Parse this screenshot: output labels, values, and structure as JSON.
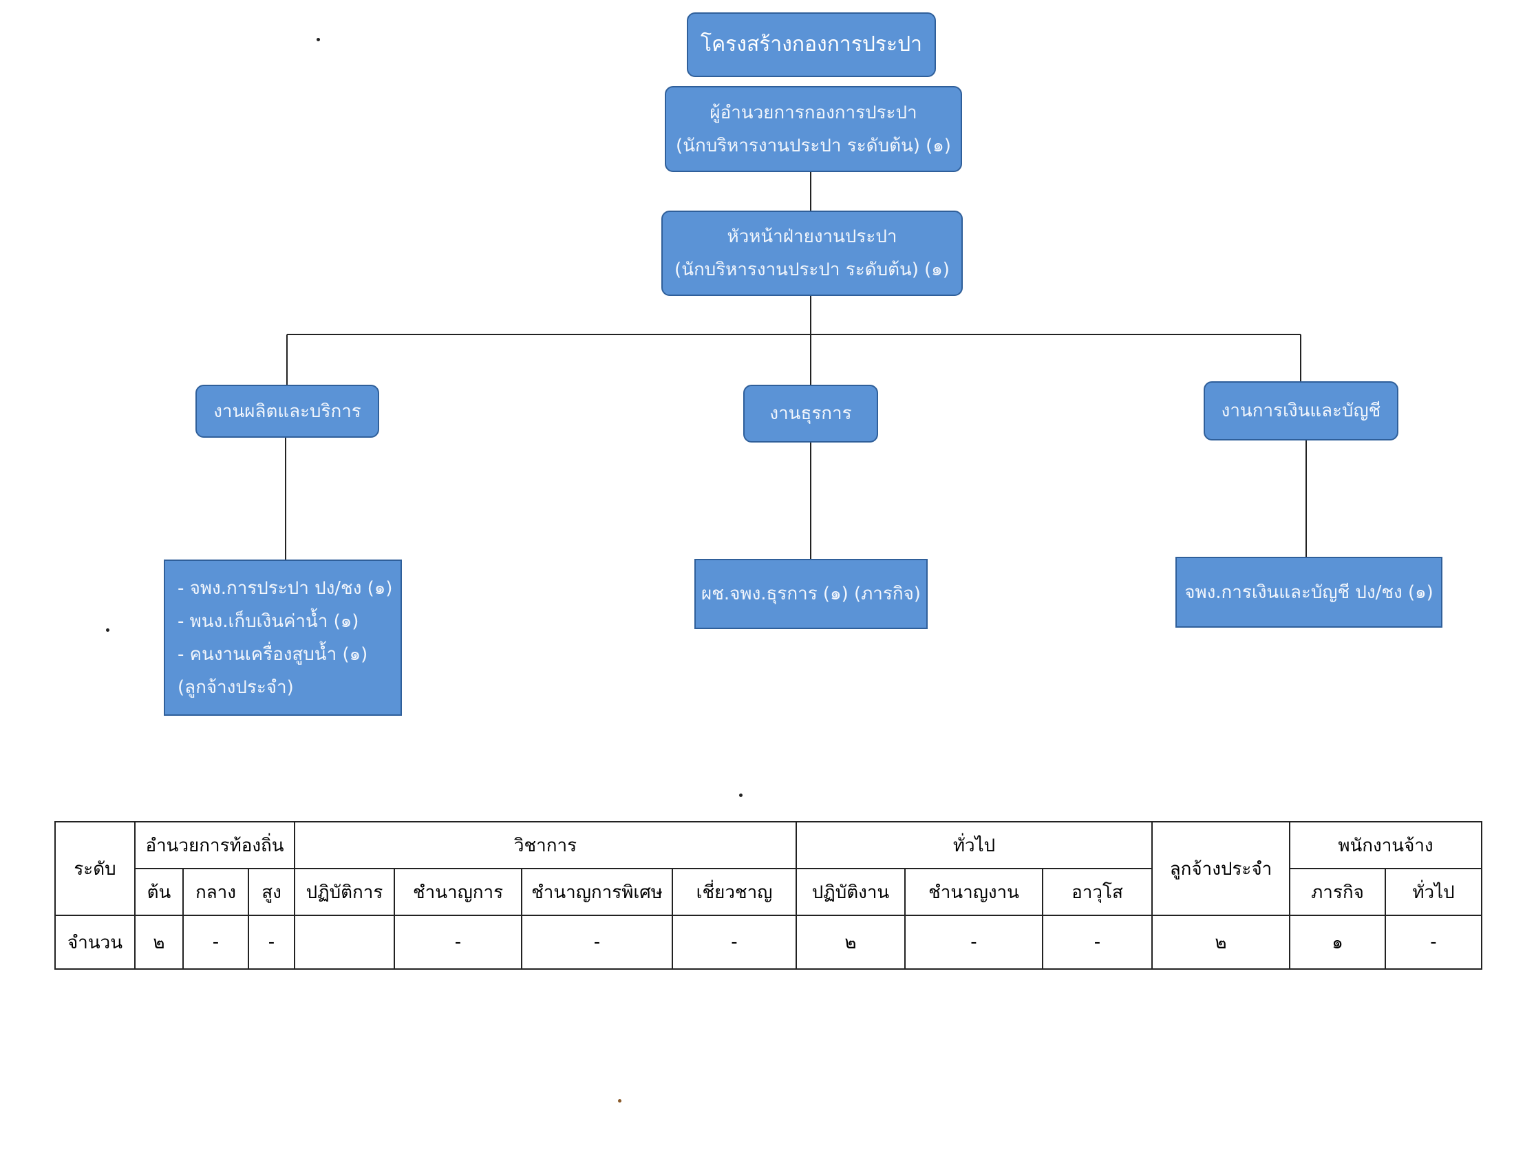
{
  "org_chart": {
    "title": "โครงสร้างกองการประปา",
    "director": {
      "line1": "ผู้อำนวยการกองการประปา",
      "line2": "(นักบริหารงานประปา ระดับต้น) (๑)"
    },
    "head": {
      "line1": "หัวหน้าฝ่ายงานประปา",
      "line2": "(นักบริหารงานประปา ระดับต้น) (๑)"
    },
    "sections": [
      {
        "name": "งานผลิตและบริการ",
        "staff": [
          "- จพง.การประปา ปง/ชง (๑)",
          "- พนง.เก็บเงินค่าน้ำ (๑)",
          "- คนงานเครื่องสูบน้ำ (๑)",
          "(ลูกจ้างประจำ)"
        ]
      },
      {
        "name": "งานธุรการ",
        "staff": [
          "ผช.จพง.ธุรการ (๑) (ภารกิจ)"
        ]
      },
      {
        "name": "งานการเงินและบัญชี",
        "staff": [
          "จพง.การเงินและบัญชี ปง/ชง (๑)"
        ]
      }
    ]
  },
  "staff_table": {
    "level_label": "ระดับ",
    "count_label": "จำนวน",
    "groups": {
      "local_admin": {
        "label": "อำนวยการท้องถิ่น",
        "sub": [
          "ต้น",
          "กลาง",
          "สูง"
        ],
        "values": [
          "๒",
          "-",
          "-"
        ]
      },
      "academic": {
        "label": "วิชาการ",
        "sub": [
          "ปฏิบัติการ",
          "ชำนาญการ",
          "ชำนาญการพิเศษ",
          "เชี่ยวชาญ"
        ],
        "values": [
          "",
          "-",
          "-",
          "-"
        ]
      },
      "general": {
        "label": "ทั่วไป",
        "sub": [
          "ปฏิบัติงาน",
          "ชำนาญงาน",
          "อาวุโส"
        ],
        "values": [
          "๒",
          "-",
          "-"
        ]
      },
      "permanent": {
        "label": "ลูกจ้างประจำ",
        "value": "๒"
      },
      "contract": {
        "label": "พนักงานจ้าง",
        "sub": [
          "ภารกิจ",
          "ทั่วไป"
        ],
        "values": [
          "๑",
          "-"
        ]
      }
    }
  }
}
